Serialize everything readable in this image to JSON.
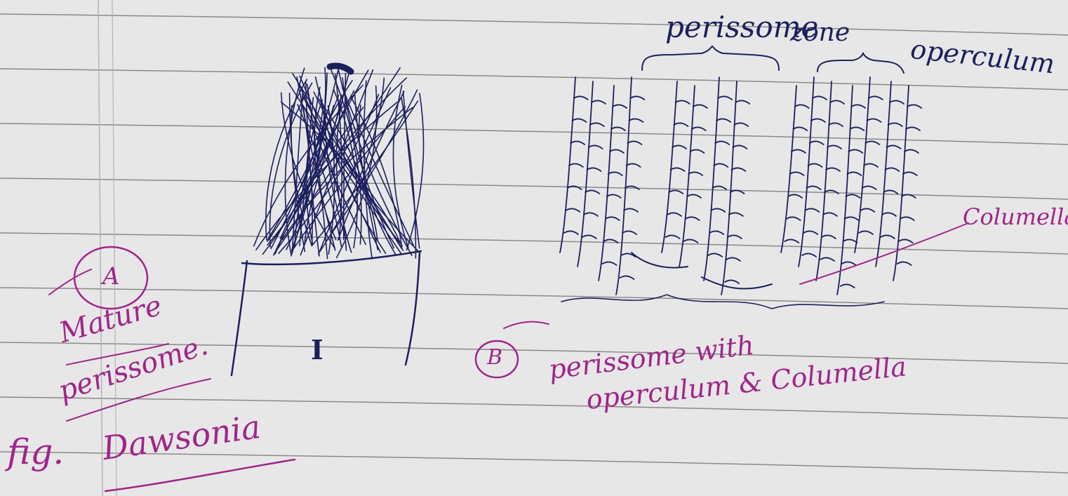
{
  "diagram": {
    "colors": {
      "paper": "#e7e7e7",
      "rule_line": "#8a8a8a",
      "margin_line": "#b5b5b5",
      "pencil_blue": "#1c1f5e",
      "ink_magenta": "#a0258a"
    },
    "figure_a": {
      "circle_label": "A",
      "caption_line1": "Mature",
      "caption_line2": "perissome.",
      "capsule_mark": "I"
    },
    "figure_b": {
      "circle_label": "B",
      "caption_line1": "perissome with",
      "caption_line2": "operculum & Columella",
      "label_perissome": "perissome",
      "label_zone": "zone",
      "label_operculum": "operculum",
      "label_columella": "Columella"
    },
    "footer": {
      "fig_prefix": "fig.",
      "genus": "Dawsonia"
    }
  }
}
